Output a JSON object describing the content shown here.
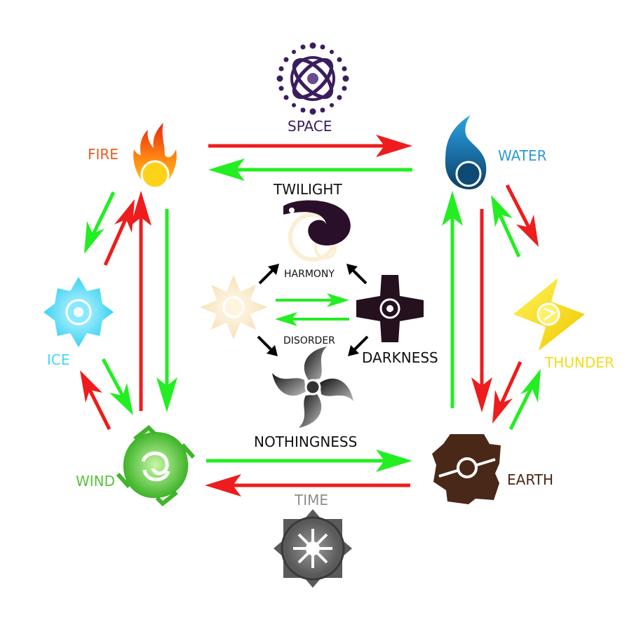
{
  "elements": {
    "space": {
      "label": "SPACE",
      "color": "#3b1d5e",
      "icon": "space-orbit-icon"
    },
    "fire": {
      "label": "FIRE",
      "color": "#ee5a24",
      "icon": "fire-flame-icon"
    },
    "water": {
      "label": "WATER",
      "color": "#2e9ad6",
      "icon": "water-drop-icon"
    },
    "ice": {
      "label": "ICE",
      "color": "#45d7f2",
      "icon": "ice-crystal-icon"
    },
    "thunder": {
      "label": "THUNDER",
      "color": "#f3dc1c",
      "icon": "thunder-bolt-icon"
    },
    "wind": {
      "label": "WIND",
      "color": "#5bc23a",
      "icon": "wind-swirl-icon"
    },
    "earth": {
      "label": "EARTH",
      "color": "#4a2818",
      "icon": "earth-rock-icon"
    },
    "time": {
      "label": "TIME",
      "color": "#8e8e8e",
      "icon": "time-compass-icon"
    },
    "twilight": {
      "label": "TWILIGHT",
      "color": "#111111",
      "icon": "twilight-crescent-icon"
    },
    "harmony": {
      "label": "HARMONY",
      "color": "#111111"
    },
    "disorder": {
      "label": "DISORDER",
      "color": "#111111"
    },
    "darkness": {
      "label": "DARKNESS",
      "color": "#111111",
      "icon": "darkness-cross-icon"
    },
    "light": {
      "icon": "light-sun-icon",
      "color": "#fbeed2"
    },
    "nothingness": {
      "label": "NOTHINGNESS",
      "color": "#111111",
      "icon": "nothingness-vortex-icon"
    }
  },
  "arrow_colors": {
    "green": "#22ee22",
    "red": "#ee1c1c",
    "black": "#000000"
  }
}
